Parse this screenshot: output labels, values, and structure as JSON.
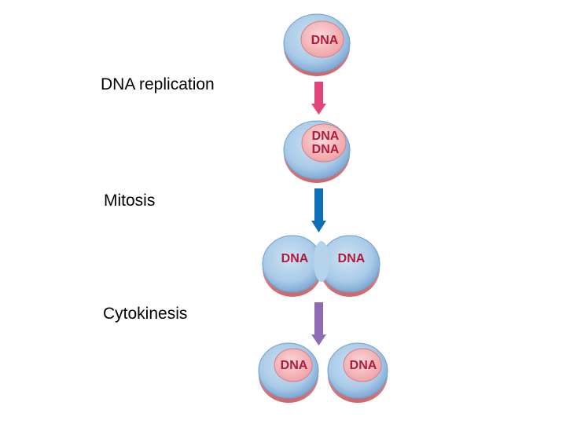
{
  "steps": [
    {
      "label": "DNA replication",
      "arrow_color": "#e0457b"
    },
    {
      "label": "Mitosis",
      "arrow_color": "#0c6fb8"
    },
    {
      "label": "Cytokinesis",
      "arrow_color": "#8e6bb3"
    }
  ],
  "cells": {
    "parent": {
      "dna_label": "DNA"
    },
    "replicated": {
      "dna_labels": [
        "DNA",
        "DNA"
      ]
    },
    "mitosis": {
      "left_dna": "DNA",
      "right_dna": "DNA"
    },
    "daughters": {
      "left_dna": "DNA",
      "right_dna": "DNA"
    }
  },
  "colors": {
    "cytoplasm": "#a9cbe8",
    "cytoplasm_edge": "#6f9fcf",
    "membrane": "#d8787c",
    "nucleus": "#f4b7b9",
    "dna_text": "#b01a3c"
  }
}
